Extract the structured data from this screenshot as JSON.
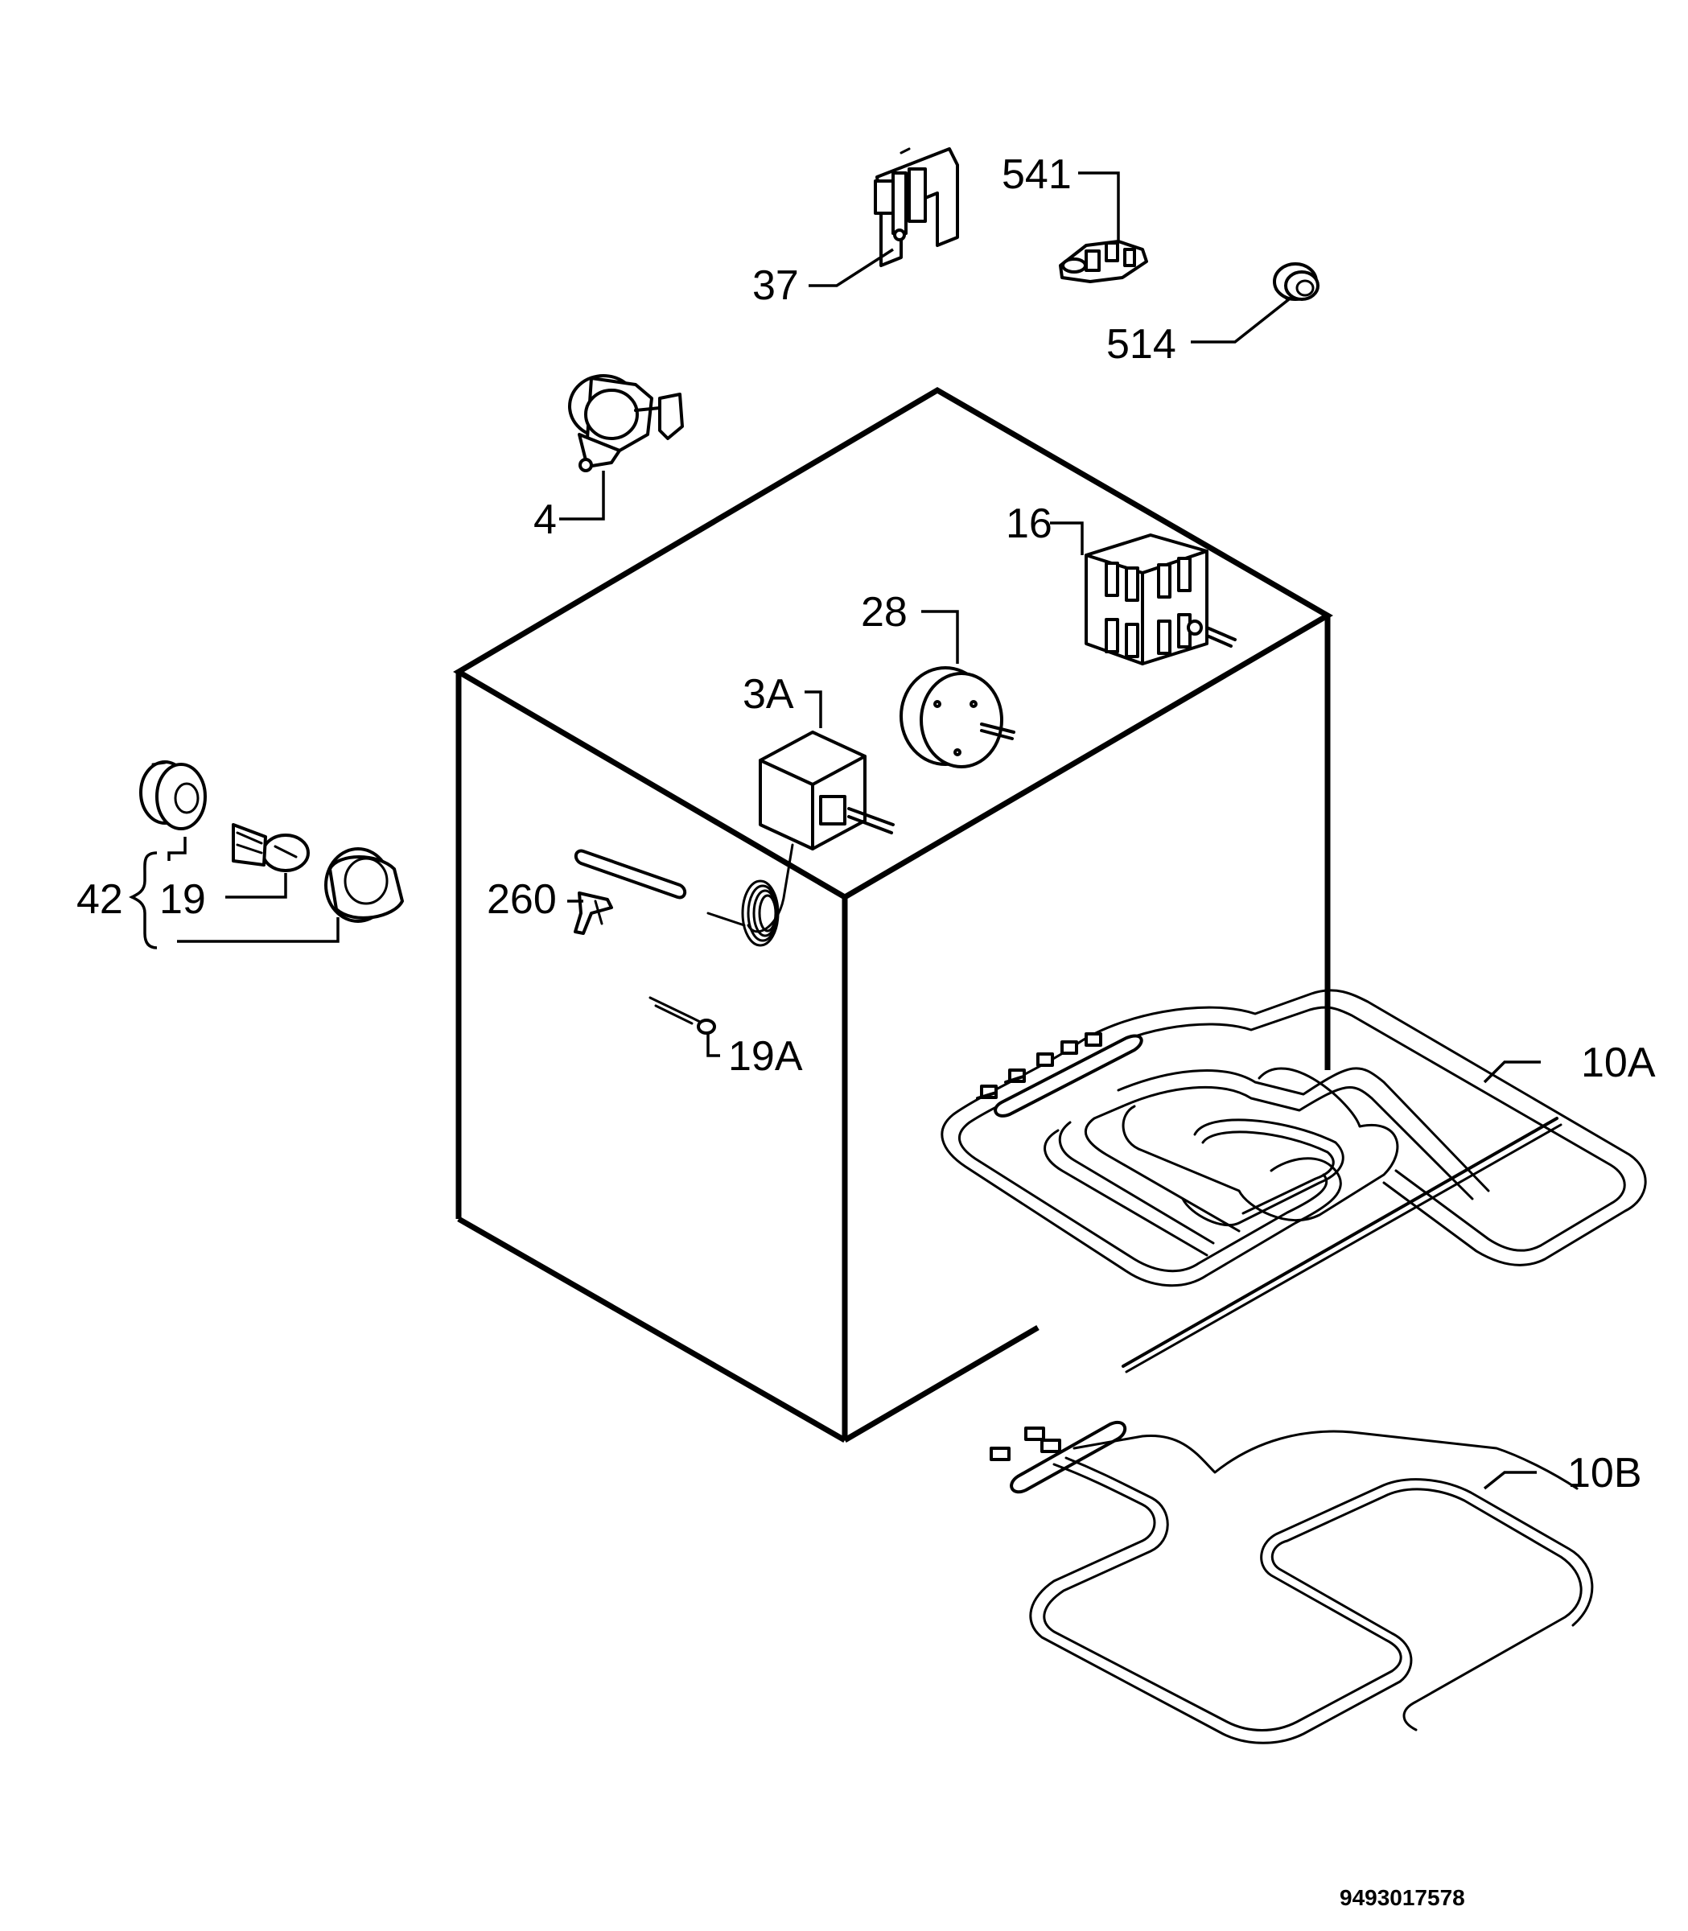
{
  "labels": {
    "p37": "37",
    "p541": "541",
    "p514": "514",
    "p4": "4",
    "p16": "16",
    "p28": "28",
    "p3a": "3A",
    "p260": "260",
    "p19a": "19A",
    "p10a": "10A",
    "p10b": "10B",
    "p42": "42",
    "p19": "19"
  },
  "document_number": "9493017578"
}
